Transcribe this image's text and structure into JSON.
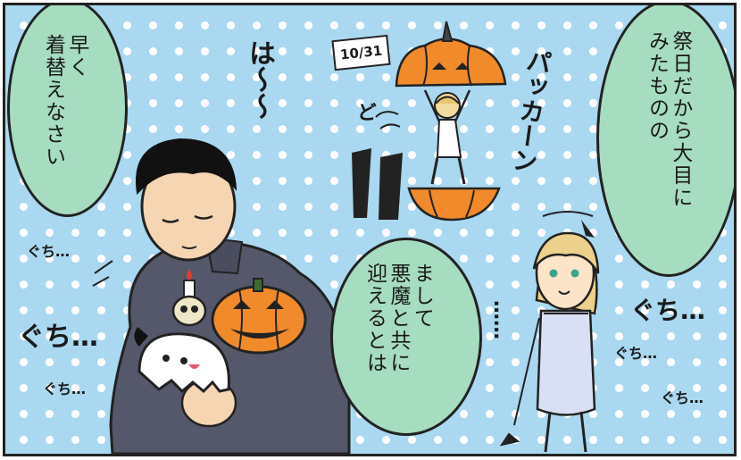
{
  "bubbles": {
    "left": {
      "lines": [
        "早く",
        "着替えなさい"
      ]
    },
    "center": {
      "lines": [
        "まして",
        "悪魔と共に",
        "迎えるとは"
      ]
    },
    "right": {
      "lines": [
        "祭日だから大目に",
        "みたものの"
      ]
    }
  },
  "sfx": {
    "sigh": "は〜〜",
    "date": "10/31",
    "dodo": "ど",
    "pakaan": "パッカーン",
    "ellipsis": "……",
    "guchi_1": "ぐち…",
    "guchi_2": "ぐち…",
    "guchi_3": "ぐち…",
    "guchi_4": "ぐち…",
    "guchi_5": "ぐち…",
    "guchi_6": "ぐち…"
  },
  "colors": {
    "background": "#a9d8f0",
    "bubble": "#a6dcc0",
    "pumpkin": "#f08a2a",
    "uniform": "#55586a"
  }
}
